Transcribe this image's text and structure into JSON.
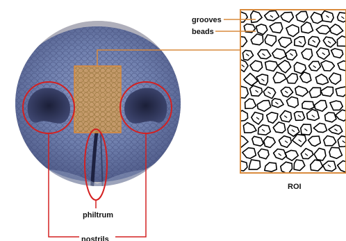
{
  "labels": {
    "grooves": "grooves",
    "beads": "beads",
    "philtrum": "philtrum",
    "nostrils": "nostrils",
    "roi": "ROI"
  },
  "colors": {
    "roi_outline": "#d98a3c",
    "roi_fill": "#e2a24f",
    "annotation_red": "#d42020",
    "nose_skin": "#6a7aa8",
    "nose_dark": "#2e3458",
    "fur": "#c9b9ad",
    "cell_lines": "#000000",
    "connector_line": "#d98a3c"
  }
}
